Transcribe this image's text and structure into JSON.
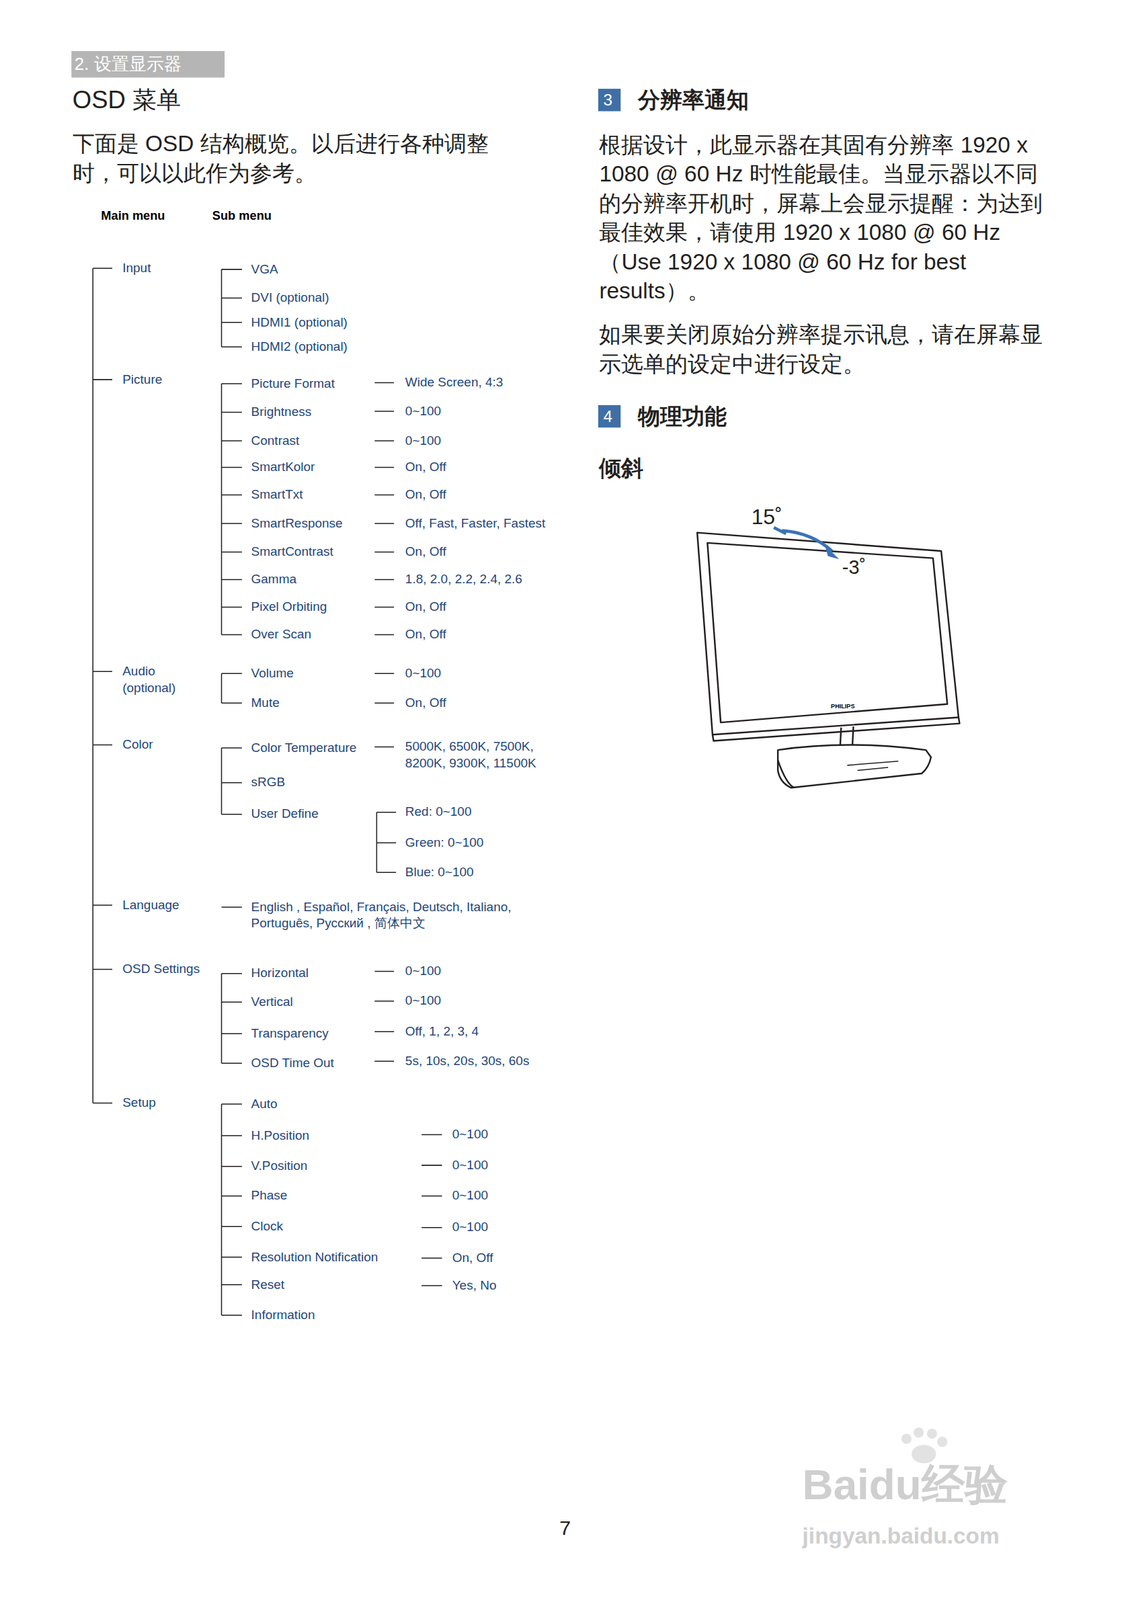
{
  "diagram": {
    "title": "OSD 菜单",
    "labels": [
      "2. 设置显示器",
      "下面是 OSD 结构概览。以后进行各种调整时，可以以此作为参考。",
      "Main menu",
      "Sub menu",
      "Input",
      "VGA",
      "DVI (optional)",
      "HDMI1 (optional)",
      "HDMI2 (optional)",
      "Picture",
      "Picture Format",
      "Wide Screen, 4:3",
      "Brightness",
      "0~100",
      "Contrast",
      "0~100",
      "SmartKolor",
      "On, Off",
      "SmartTxt",
      "On, Off",
      "SmartResponse",
      "Off, Fast, Faster, Fastest",
      "SmartContrast",
      "On, Off",
      "Gamma",
      "1.8, 2.0, 2.2, 2.4, 2.6",
      "Pixel Orbiting",
      "On, Off",
      "Over Scan",
      "On, Off",
      "Audio (optional)",
      "Volume",
      "0~100",
      "Mute",
      "On, Off",
      "Color",
      "Color Temperature",
      "5000K, 6500K, 7500K, 8200K, 9300K, 11500K",
      "sRGB",
      "User Define",
      "Red: 0~100",
      "Green: 0~100",
      "Blue: 0~100",
      "Language",
      "English , Español, Français, Deutsch, Italiano, Português, Русский , 简体中文",
      "OSD Settings",
      "Horizontal",
      "0~100",
      "Vertical",
      "0~100",
      "Transparency",
      "Off, 1, 2, 3, 4",
      "OSD Time Out",
      "5s, 10s, 20s, 30s, 60s",
      "Setup",
      "Auto",
      "H.Position",
      "0~100",
      "V.Position",
      "0~100",
      "Phase",
      "0~100",
      "Clock",
      "0~100",
      "Resolution Notification",
      "On, Off",
      "Reset",
      "Yes, No",
      "Information",
      "3",
      "分辨率通知",
      "根据设计，此显示器在其固有分辨率 1920 x 1080 @ 60 Hz 时性能最佳。当显示器以不同的分辨率开机时，屏幕上会显示提醒：为达到最佳效果，请使用 1920 x 1080 @ 60 Hz（Use 1920 x 1080 @ 60 Hz for best results）。",
      "如果要关闭原始分辨率提示讯息，请在屏幕显示选单的设定中进行设定。",
      "4",
      "物理功能",
      "倾斜",
      "15˚",
      "-3˚",
      "PHILIPS",
      "7",
      "Baidu经验",
      "jingyan.baidu.com"
    ]
  }
}
